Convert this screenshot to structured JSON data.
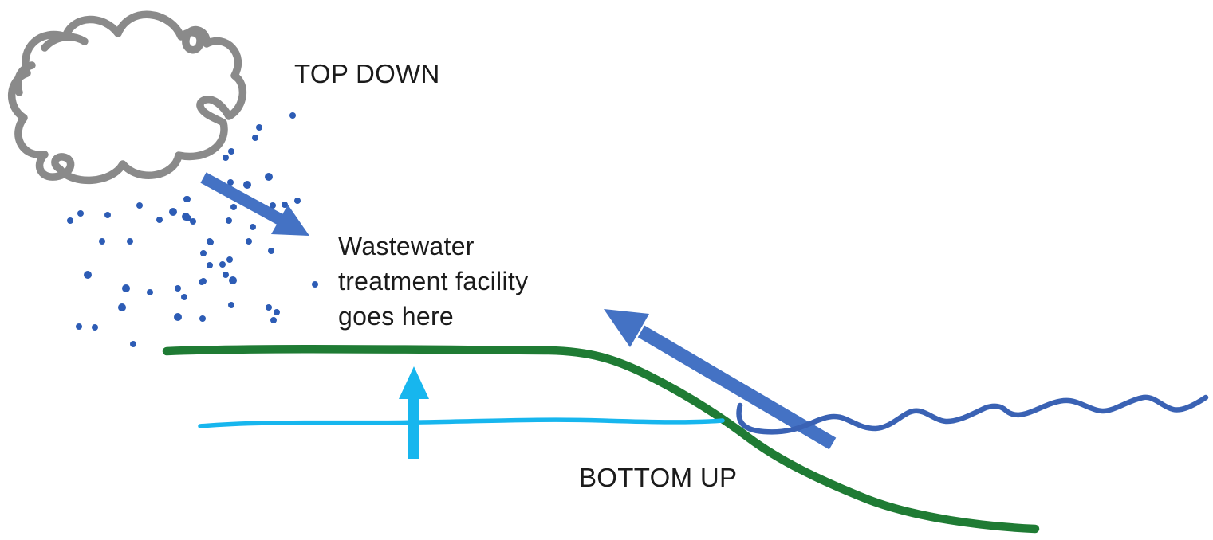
{
  "labels": {
    "top_down": "TOP DOWN",
    "bottom_up": "BOTTOM UP",
    "wastewater_note_lines": [
      "Wastewater",
      "treatment facility",
      "goes here"
    ]
  },
  "colors": {
    "cloud_gray": "#8a8a8a",
    "rain_blue": "#2d5cb5",
    "arrow_blue": "#4472c4",
    "wave_blue": "#3a62b4",
    "cyan": "#17b6ee",
    "ground_green": "#1f7b34",
    "text_black": "#1b1b1b",
    "background": "#ffffff"
  },
  "rain": {
    "dots": [
      [
        367,
        145,
        4
      ],
      [
        325,
        160,
        4
      ],
      [
        320,
        173,
        4
      ],
      [
        290,
        190,
        4
      ],
      [
        283,
        198,
        4
      ],
      [
        337,
        222,
        5
      ],
      [
        310,
        232,
        5
      ],
      [
        289,
        229,
        4
      ],
      [
        342,
        258,
        4
      ],
      [
        357,
        257,
        4
      ],
      [
        373,
        252,
        4
      ],
      [
        368,
        286,
        4
      ],
      [
        235,
        250,
        4
      ],
      [
        293,
        260,
        4
      ],
      [
        233,
        272,
        5
      ],
      [
        242,
        278,
        4
      ],
      [
        263,
        303,
        4
      ],
      [
        312,
        303,
        4
      ],
      [
        340,
        315,
        4
      ],
      [
        255,
        318,
        4
      ],
      [
        217,
        266,
        5
      ],
      [
        200,
        276,
        4
      ],
      [
        175,
        258,
        4
      ],
      [
        135,
        270,
        4
      ],
      [
        88,
        277,
        4
      ],
      [
        101,
        268,
        4
      ],
      [
        128,
        303,
        4
      ],
      [
        163,
        303,
        4
      ],
      [
        110,
        345,
        5
      ],
      [
        158,
        362,
        5
      ],
      [
        188,
        367,
        4
      ],
      [
        153,
        386,
        5
      ],
      [
        223,
        362,
        4
      ],
      [
        231,
        373,
        4
      ],
      [
        223,
        398,
        5
      ],
      [
        254,
        400,
        4
      ],
      [
        99,
        410,
        4
      ],
      [
        167,
        432,
        4
      ],
      [
        264,
        304,
        4
      ],
      [
        288,
        326,
        4
      ],
      [
        279,
        332,
        4
      ],
      [
        283,
        345,
        4
      ],
      [
        292,
        352,
        5
      ],
      [
        253,
        354,
        4
      ],
      [
        290,
        383,
        4
      ],
      [
        337,
        386,
        4
      ],
      [
        347,
        392,
        4
      ],
      [
        343,
        402,
        4
      ],
      [
        255,
        353,
        4
      ],
      [
        263,
        333,
        4
      ],
      [
        234,
        250,
        4
      ],
      [
        236,
        274,
        4
      ],
      [
        317,
        285,
        4
      ],
      [
        287,
        277,
        4
      ],
      [
        395,
        357,
        4
      ],
      [
        119,
        411,
        4
      ]
    ]
  }
}
